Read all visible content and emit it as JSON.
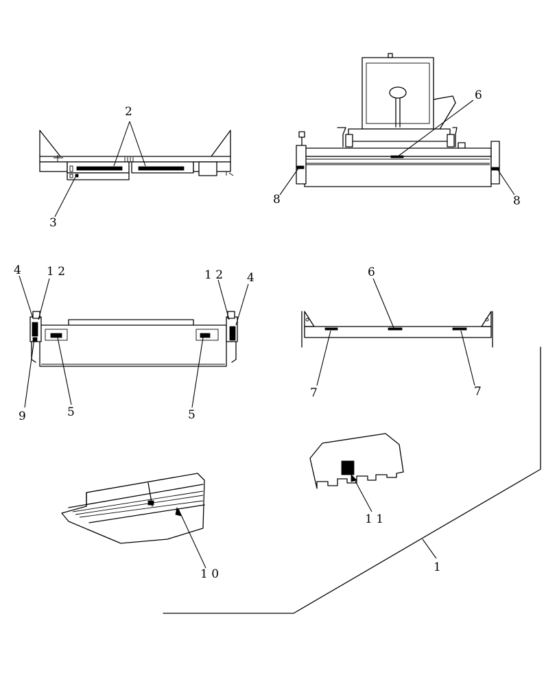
{
  "callouts": {
    "top_left_2": "2",
    "top_left_3": "3",
    "top_right_6": "6",
    "top_right_8_left": "8",
    "top_right_8_right": "8",
    "mid_left_4_left": "4",
    "mid_left_12_left": "1 2",
    "mid_left_12_right": "1 2",
    "mid_left_4_right": "4",
    "mid_left_9": "9",
    "mid_left_5_left": "5",
    "mid_left_5_right": "5",
    "mid_right_6": "6",
    "mid_right_7_left": "7",
    "mid_right_7_right": "7",
    "bottom_left_10": "1 0",
    "bottom_right_11": "1 1",
    "bottom_1": "1"
  }
}
